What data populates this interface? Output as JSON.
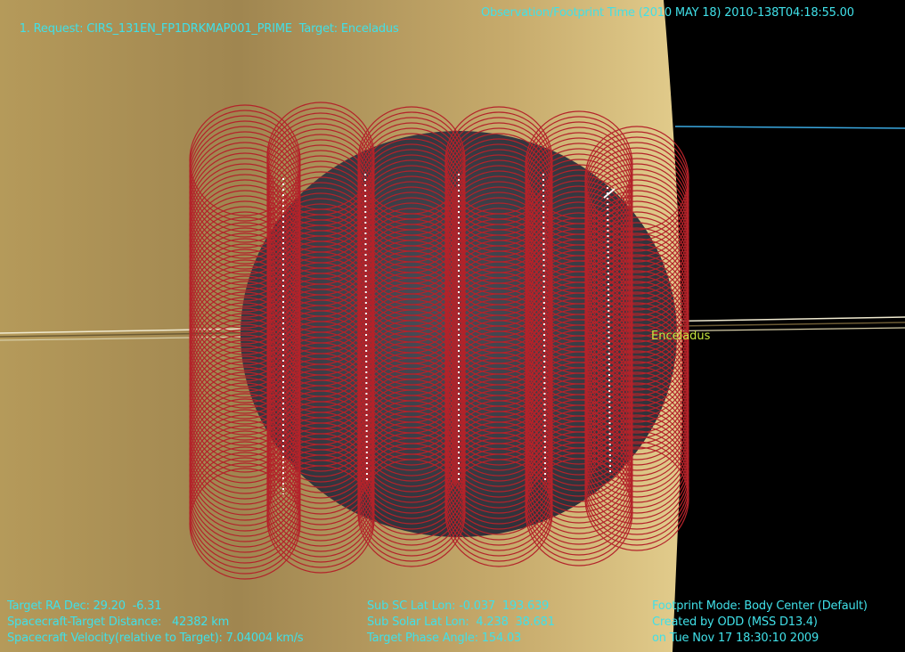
{
  "header": {
    "request": "1. Request: CIRS_131EN_FP1DRKMAP001_PRIME  Target: Enceladus",
    "observation_time": "Observation/Footprint Time (2010 MAY 18) 2010-138T04:18:55.00"
  },
  "scene": {
    "target_label": "Enceladus",
    "colors": {
      "planet_light": "#d8bf7a",
      "planet_dark": "#8a7446",
      "footprint": "#b3232a",
      "moon": "#3a3d48",
      "ring": "#e8e0b8",
      "hud_text": "#40e0e8",
      "target_label": "#c8e840",
      "orbit_line": "#3aa8e0"
    }
  },
  "status": {
    "target_ra_dec": "Target RA Dec: 29.20  -6.31",
    "distance": "Spacecraft-Target Distance:   42382 km",
    "velocity": "Spacecraft Velocity(relative to Target): 7.04004 km/s",
    "sub_sc": "Sub SC Lat Lon: -0.037  193.639",
    "sub_solar": "Sub Solar Lat Lon:  4.238  38.681",
    "phase_angle": "Target Phase Angle: 154.03",
    "footprint_mode": "Footprint Mode: Body Center (Default)",
    "created_by": "Created by ODD (MSS D13.4)",
    "created_on": "on Tue Nov 17 18:30:10 2009"
  }
}
